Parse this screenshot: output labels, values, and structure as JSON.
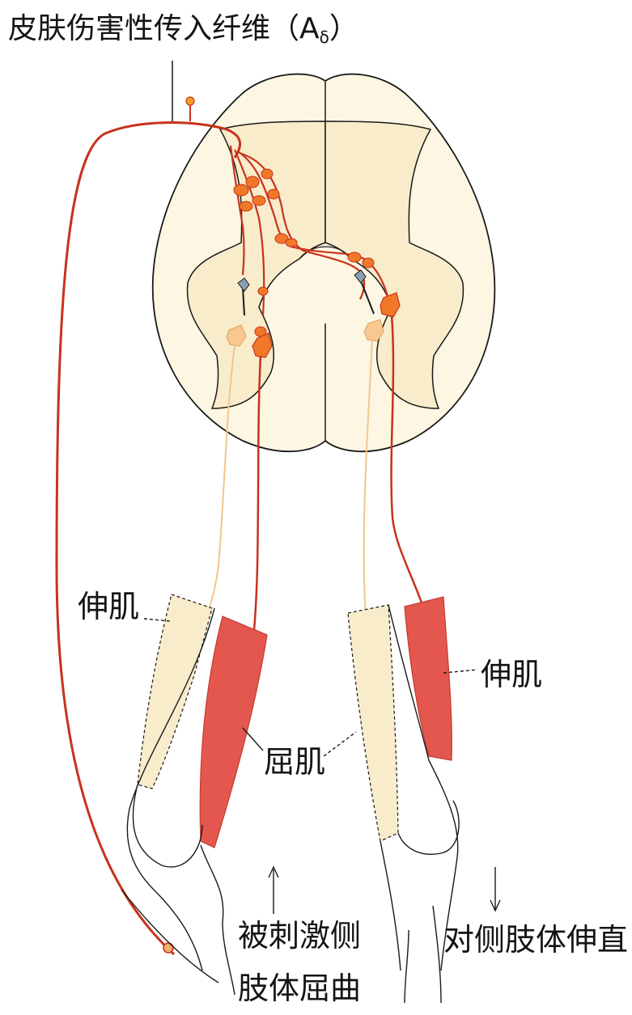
{
  "labels": {
    "title_main": "皮肤伤害性传入纤维（A",
    "title_sub": "δ",
    "title_close": "）",
    "extensor_left": "伸肌",
    "flexor": "屈肌",
    "extensor_right": "伸肌",
    "stimulated_side_line1": "被刺激侧",
    "stimulated_side_line2": "肢体屈曲",
    "contralateral": "对侧肢体伸直"
  },
  "colors": {
    "cord_fill": "#fdf6e2",
    "gray_matter": "#f8eccb",
    "nerve_red": "#c8321c",
    "neuron_orange": "#f07828",
    "light_nerve": "#f4c58c",
    "muscle_red": "#e4574e",
    "outline": "#1a1a1a"
  }
}
